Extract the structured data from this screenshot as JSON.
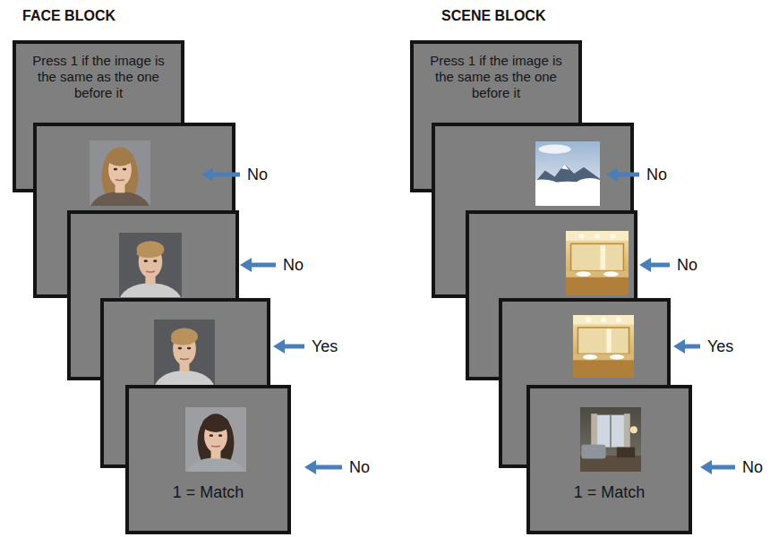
{
  "diagram": {
    "nodes": [
      {
        "text": [
          "Press 1 if the image is the same as the one before it"
        ]
      },
      {
        "text": [
          "1 = Match"
        ]
      },
      {
        "text": [
          "Press 1 if the image is the same as the one before it"
        ]
      },
      {
        "text": [
          "1 = Match"
        ]
      }
    ],
    "labels": [
      "FACE BLOCK",
      "No",
      "No",
      "Yes",
      "No",
      "SCENE BLOCK",
      "No",
      "No",
      "Yes",
      "No"
    ]
  }
}
